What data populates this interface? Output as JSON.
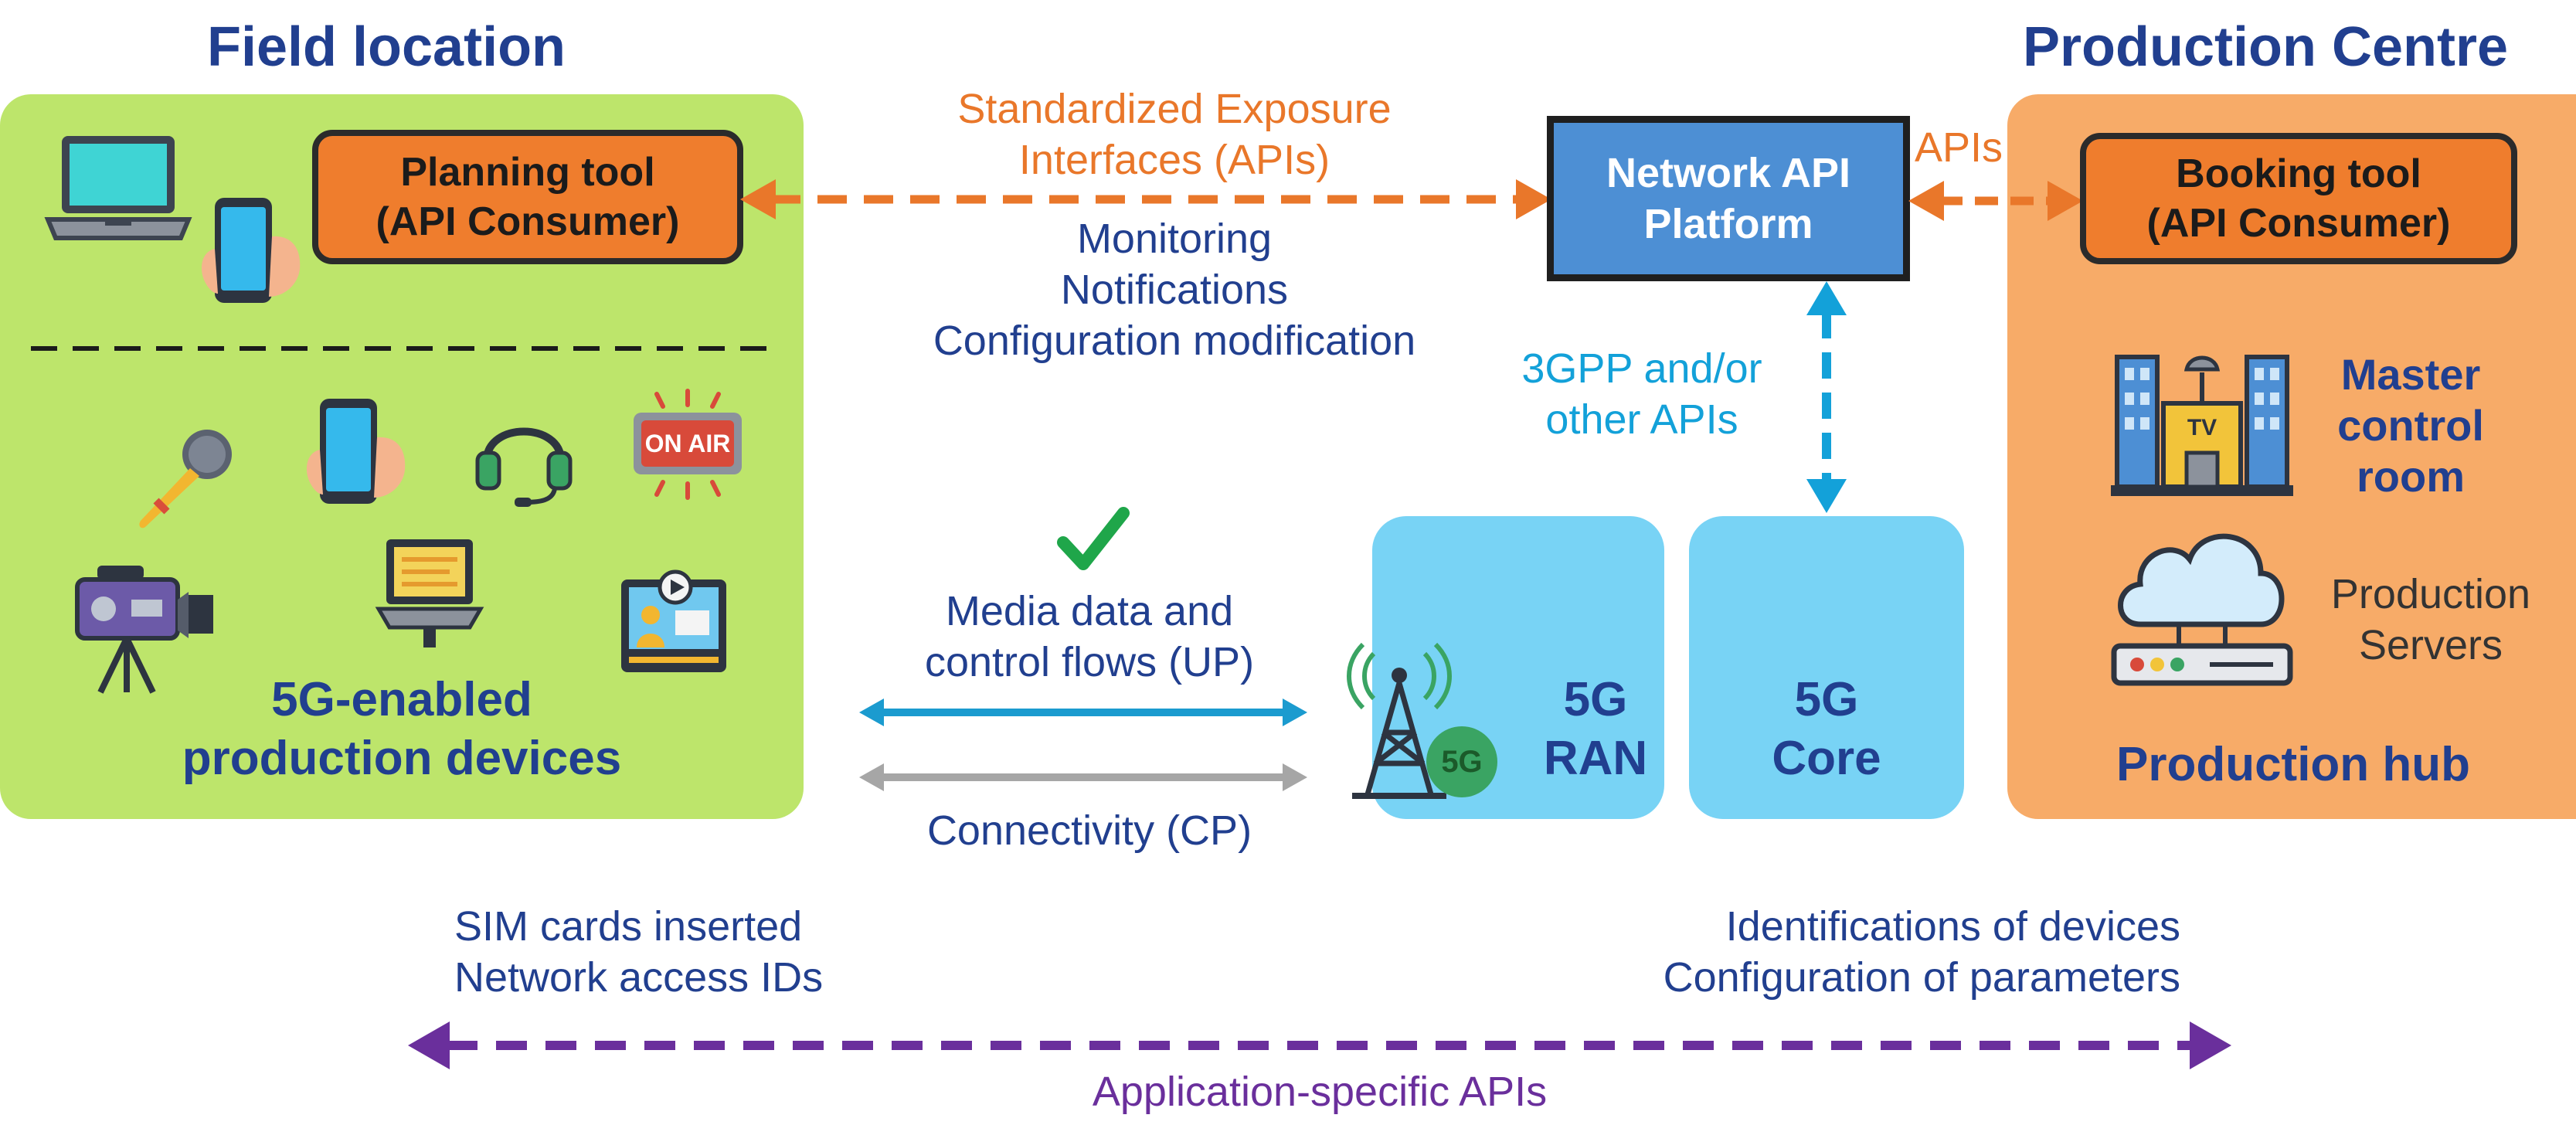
{
  "field": {
    "title": "Field location",
    "planning_tool": [
      "Planning tool",
      "(API Consumer)"
    ],
    "devices_label": [
      "5G-enabled",
      "production devices"
    ],
    "on_air": "ON AIR"
  },
  "production": {
    "title": "Production Centre",
    "booking_tool": [
      "Booking tool",
      "(API Consumer)"
    ],
    "master_control": [
      "Master",
      "control",
      "room"
    ],
    "servers": [
      "Production",
      "Servers"
    ],
    "hub": "Production hub",
    "tv_sign": "TV"
  },
  "platform": {
    "label": [
      "Network API",
      "Platform"
    ],
    "apis": "APIs",
    "gpp": [
      "3GPP and/or",
      "other APIs"
    ]
  },
  "exposure": {
    "label": [
      "Standardized Exposure",
      "Interfaces (APIs)"
    ],
    "functions": [
      "Monitoring",
      "Notifications",
      "Configuration modification"
    ]
  },
  "flows": {
    "media": [
      "Media data and",
      "control flows (UP)"
    ],
    "connectivity": "Connectivity (CP)"
  },
  "network": {
    "ran": [
      "5G",
      "RAN"
    ],
    "core": [
      "5G",
      "Core"
    ],
    "tower_badge": "5G"
  },
  "bottom": {
    "left": [
      "SIM cards inserted",
      "Network access IDs"
    ],
    "right": [
      "Identifications of devices",
      "Configuration of parameters"
    ],
    "app_apis": "Application-specific APIs"
  },
  "colors": {
    "field_green": "#bde56b",
    "production_orange": "#f7ab68",
    "tool_orange": "#ef7d2d",
    "platform_blue": "#4d8fd4",
    "network_cyan": "#78d3f5",
    "heading_blue": "#213f8f",
    "exposure_orange": "#e9772a",
    "gpp_cyan": "#13a1d9",
    "app_purple": "#6a2f9c",
    "up_arrow": "#1b9bcf",
    "cp_arrow": "#a6a6a6",
    "check_green": "#1fa64a"
  },
  "icons": [
    "laptop-icon",
    "smartphone-hand-icon",
    "microphone-icon",
    "headset-icon",
    "on-air-sign-icon",
    "video-camera-icon",
    "teleprompter-icon",
    "video-player-icon",
    "checkmark-icon",
    "cell-tower-icon",
    "tv-building-icon",
    "cloud-server-icon"
  ]
}
